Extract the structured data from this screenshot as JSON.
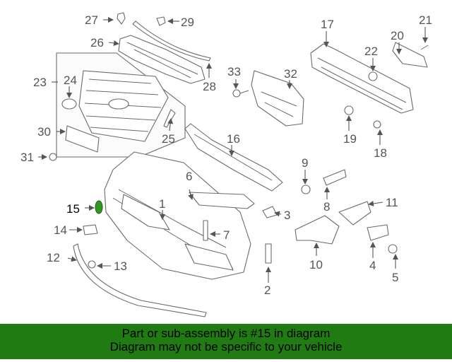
{
  "callouts": [
    "1",
    "2",
    "3",
    "4",
    "5",
    "6",
    "7",
    "8",
    "9",
    "10",
    "11",
    "12",
    "13",
    "14",
    "15",
    "16",
    "17",
    "18",
    "19",
    "20",
    "21",
    "22",
    "23",
    "24",
    "25",
    "26",
    "27",
    "28",
    "29",
    "30",
    "31",
    "32",
    "33"
  ],
  "highlight": {
    "part": "15",
    "color": "#2e9a1e"
  },
  "banner": {
    "line1": "Part or sub-assembly is #15 in diagram",
    "line2": "Diagram may not be specific to your vehicle",
    "color": "#1f7b12"
  }
}
